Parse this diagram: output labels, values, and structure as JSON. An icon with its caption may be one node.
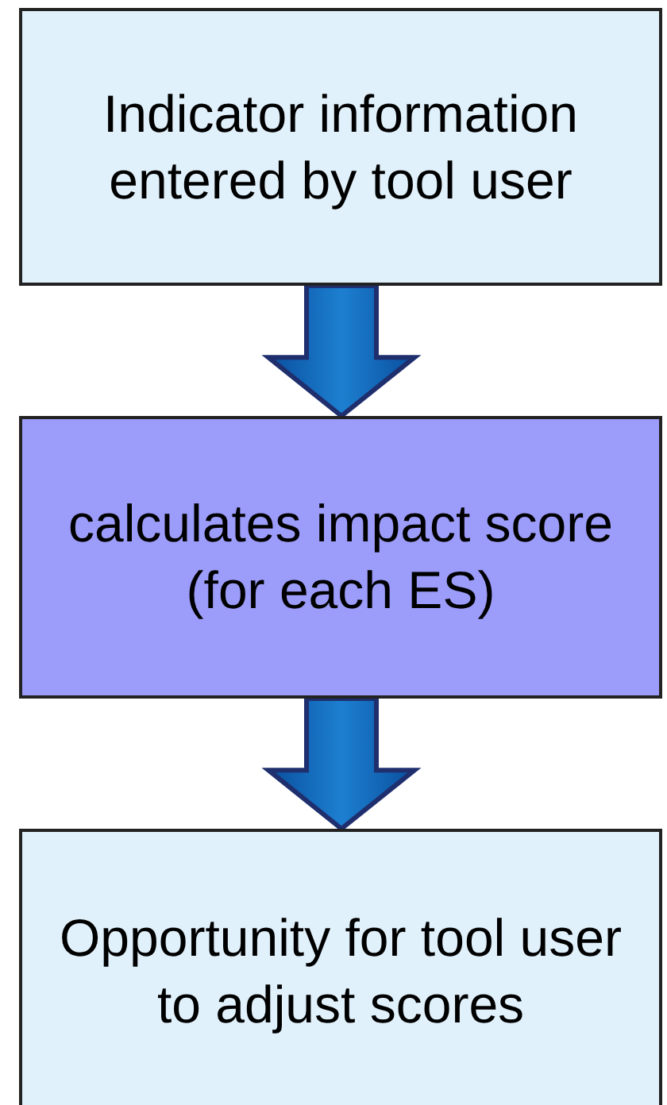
{
  "diagram": {
    "nodes": [
      {
        "text": [
          "Indicator information entered by tool user"
        ]
      },
      {
        "text": [
          "calculates impact score (for each ES)"
        ]
      },
      {
        "text": [
          "Opportunity for tool user to adjust scores"
        ]
      }
    ],
    "edges": [
      {
        "from": 0,
        "to": 1,
        "arrow": "to"
      },
      {
        "from": 1,
        "to": 2,
        "arrow": "to"
      }
    ]
  }
}
